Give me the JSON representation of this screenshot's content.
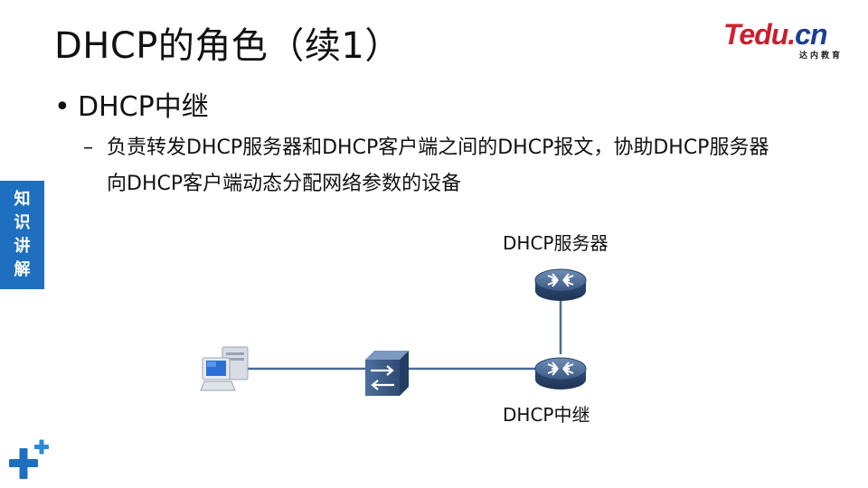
{
  "slide": {
    "title": "DHCP的角色（续1）",
    "bullet": "DHCP中继",
    "sub_bullet": "负责转发DHCP服务器和DHCP客户端之间的DHCP报文，协助DHCP服务器向DHCP客户端动态分配网络参数的设备",
    "dash": "–",
    "side_tab": [
      "知",
      "识",
      "讲",
      "解"
    ]
  },
  "logo": {
    "t": "T",
    "edu": "edu",
    "dot": ".",
    "cn": "cn",
    "sub": "达内教育"
  },
  "diagram": {
    "server_label": "DHCP服务器",
    "relay_label": "DHCP中继",
    "icons": [
      "pc-icon",
      "switch-icon",
      "router-icon"
    ]
  },
  "colors": {
    "accent_blue": "#1f6fc0",
    "logo_red": "#c81f2c",
    "logo_navy": "#1d3d8f",
    "device_blue": "#3a5a86"
  }
}
